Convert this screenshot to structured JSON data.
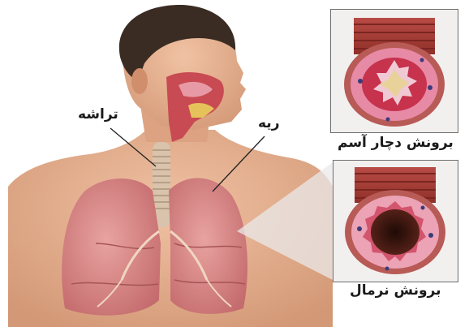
{
  "labels": {
    "trachea": "تراشه",
    "lung": "ریه",
    "asthma_bronchus": "برونش دچار آسم",
    "normal_bronchus": "برونش نرمال"
  },
  "colors": {
    "skin": "#e7b08f",
    "lung": "#d98c8c",
    "trachea": "#d9c3ad",
    "bronchus_wall": "#b24a45",
    "mucosa": "#e38aa6",
    "mucus": "#e7d59a",
    "lumen": "#3a1812",
    "hair": "#3a2c22"
  }
}
